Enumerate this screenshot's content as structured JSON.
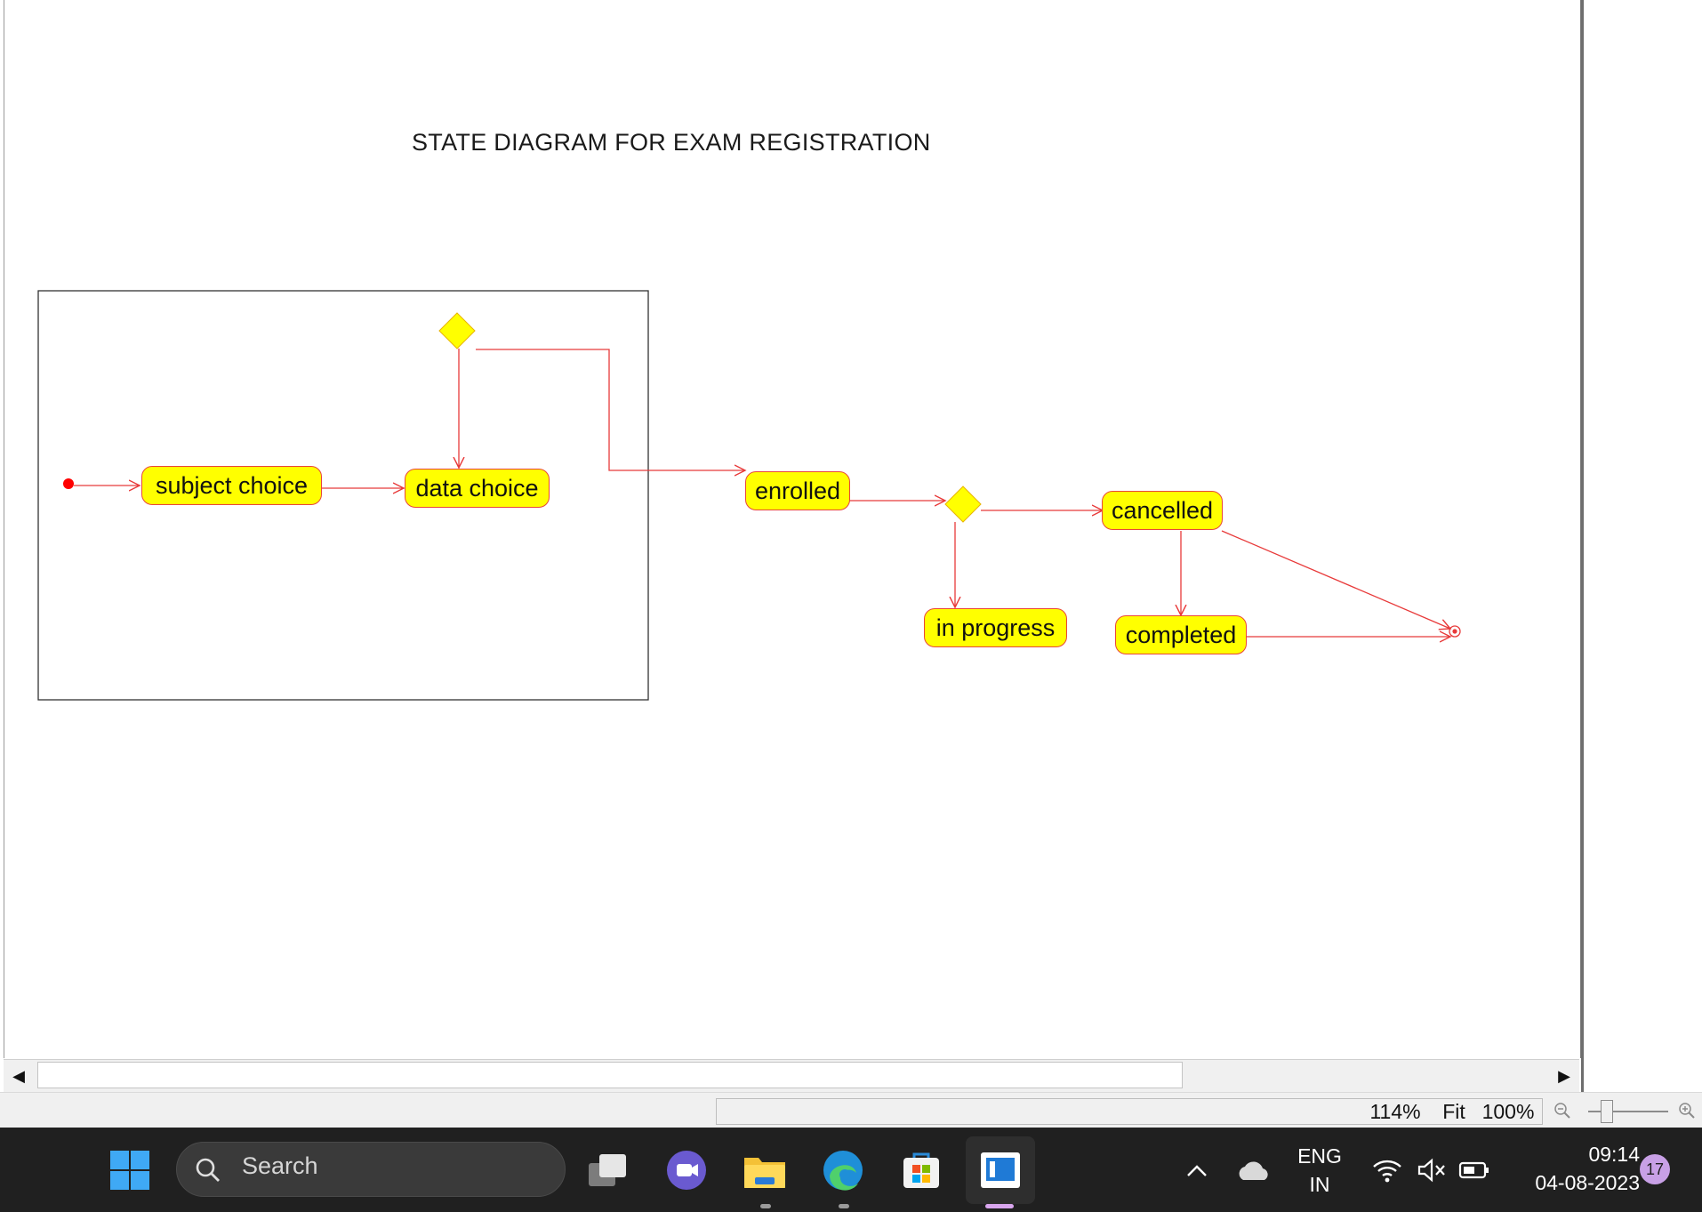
{
  "diagram": {
    "title": "STATE DIAGRAM FOR EXAM REGISTRATION",
    "states": {
      "subject_choice": "subject choice",
      "data_choice": "data choice",
      "enrolled": "enrolled",
      "cancelled": "cancelled",
      "in_progress": "in progress",
      "completed": "completed"
    },
    "colors": {
      "state_fill": "#ffff00",
      "state_border": "#e8463a",
      "edge": "#e83a3a",
      "initial": "#ff0000"
    }
  },
  "scrollbar": {
    "left_arrow": "◀",
    "right_arrow": "▶"
  },
  "statusbar": {
    "zoom_level": "114%",
    "fit_label": "Fit",
    "actual_label": "100%"
  },
  "taskbar": {
    "search_placeholder": "Search",
    "language_line1": "ENG",
    "language_line2": "IN",
    "time": "09:14",
    "date": "04-08-2023",
    "notification_count": "17"
  }
}
